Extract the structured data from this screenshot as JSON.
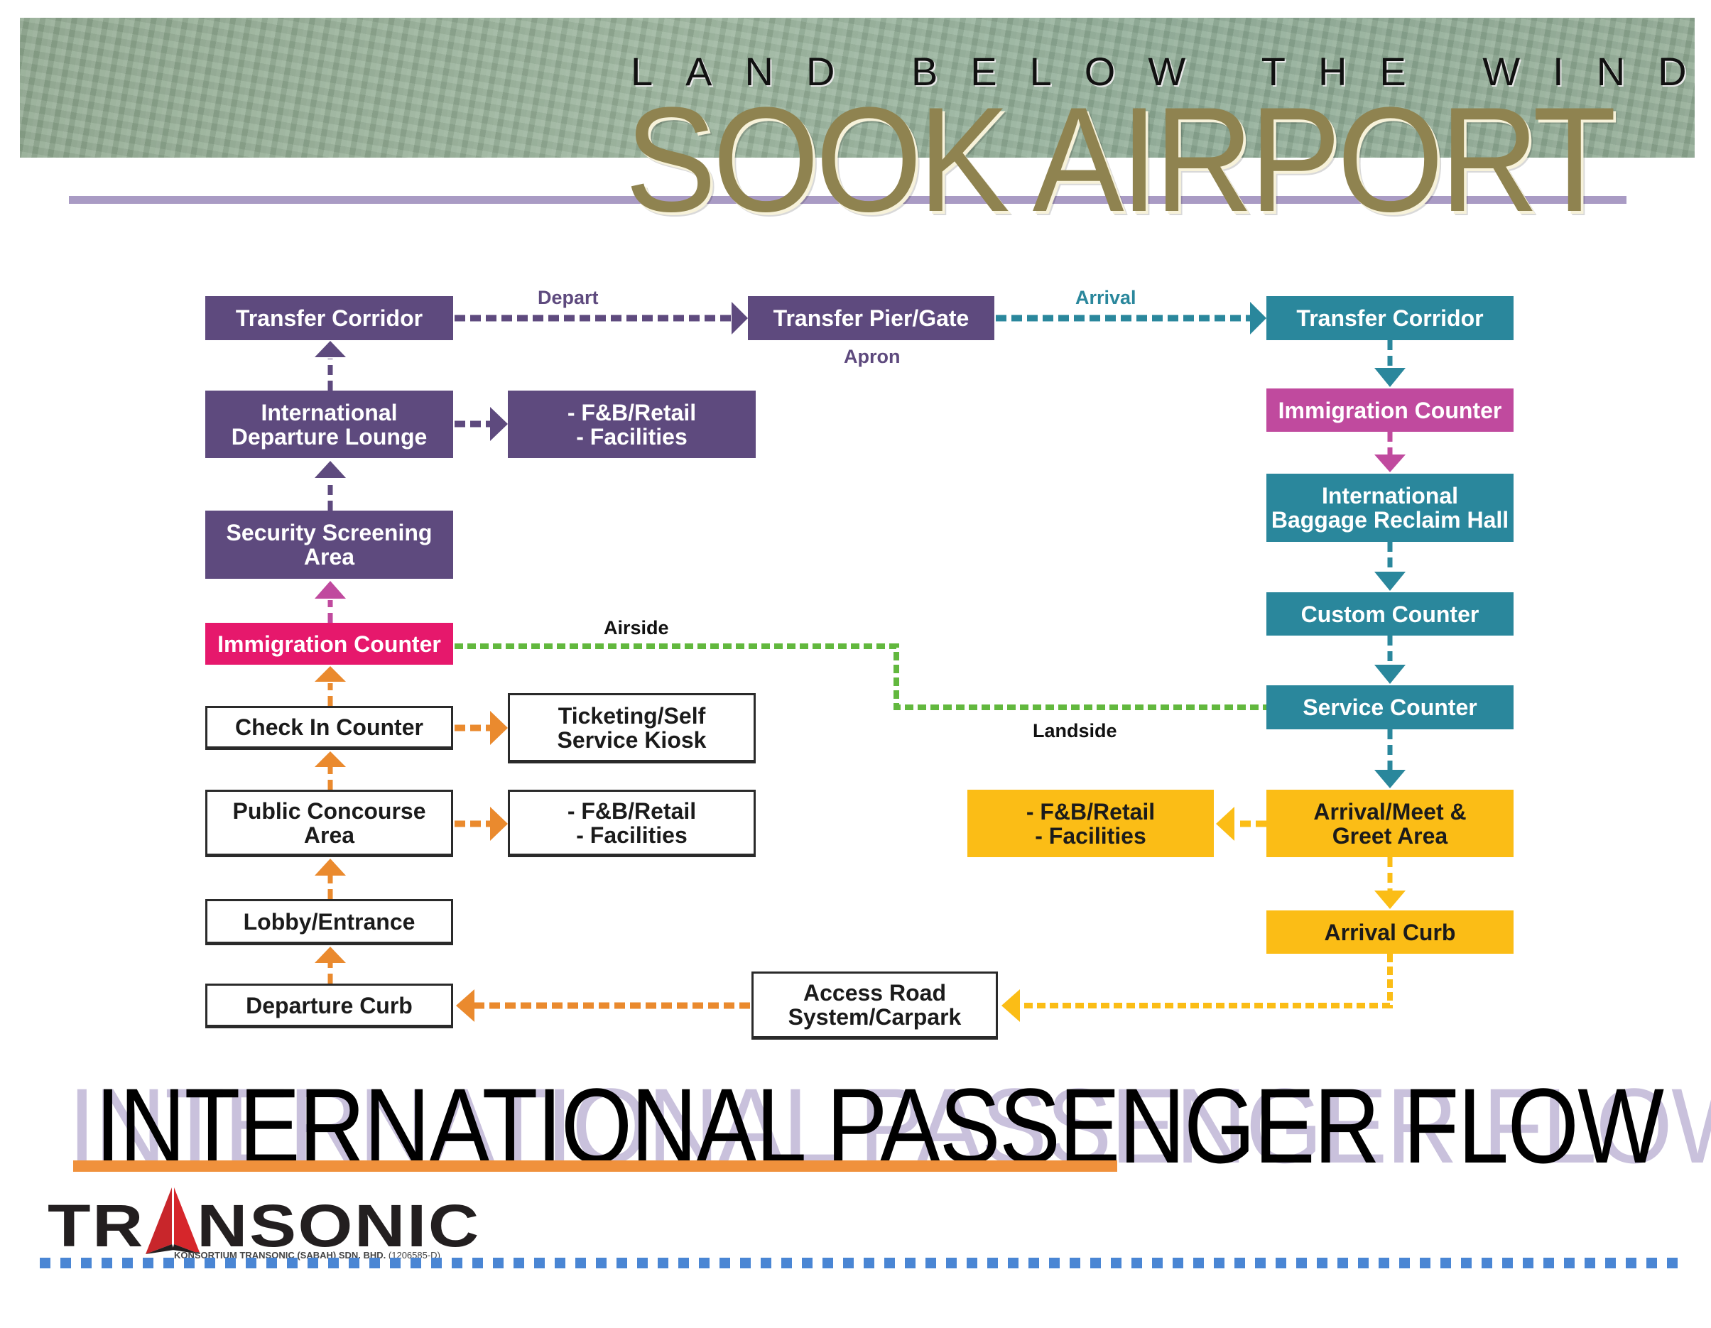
{
  "header": {
    "tagline": "LAND BELOW THE WIND",
    "title": "SOOK AIRPORT"
  },
  "diagram": {
    "labels": {
      "depart": "Depart",
      "arrival": "Arrival",
      "apron": "Apron",
      "airside": "Airside",
      "landside": "Landside"
    },
    "departure": {
      "transfer_corridor": "Transfer Corridor",
      "departure_lounge": "International\nDeparture Lounge",
      "lounge_fb_retail": "- F&B/Retail\n- Facilities",
      "security_screening": "Security Screening\nArea",
      "immigration_counter": "Immigration Counter",
      "check_in_counter": "Check In Counter",
      "ticketing_kiosk": "Ticketing/Self\nService Kiosk",
      "public_concourse": "Public Concourse\nArea",
      "concourse_fb_retail": "- F&B/Retail\n- Facilities",
      "lobby_entrance": "Lobby/Entrance",
      "departure_curb": "Departure Curb"
    },
    "apron": {
      "transfer_pier_gate": "Transfer Pier/Gate"
    },
    "arrival": {
      "transfer_corridor": "Transfer Corridor",
      "immigration_counter": "Immigration Counter",
      "baggage_reclaim": "International\nBaggage Reclaim Hall",
      "custom_counter": "Custom Counter",
      "service_counter": "Service Counter",
      "meet_greet": "Arrival/Meet &\nGreet Area",
      "arrival_fb_retail": "- F&B/Retail\n- Facilities",
      "arrival_curb": "Arrival Curb"
    },
    "landside": {
      "access_road": "Access Road\nSystem/Carpark"
    },
    "colors": {
      "departure_purple": "#5e4a7e",
      "arrival_teal": "#2a879c",
      "immigration_magenta": "#c04a9e",
      "immigration_pink": "#e6186c",
      "landside_orange": "#ea8a2e",
      "arrival_yellow": "#fbbd16",
      "boundary_green": "#62b83e"
    }
  },
  "footer": {
    "title": "INTERNATIONAL PASSENGER FLOW",
    "logo_name": "TRANSONIC",
    "company": "KONSORTIUM TRANSONIC (SABAH) SDN. BHD.",
    "registration": "(1206585-D)"
  }
}
